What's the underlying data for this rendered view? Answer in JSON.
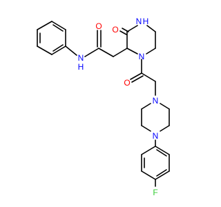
{
  "molecule": {
    "atoms": {
      "o_amide": {
        "symbol": "O",
        "color": "#ff0000"
      },
      "n_amide": {
        "symbol": "N",
        "color": "#0000ff"
      },
      "h_amide": {
        "symbol": "H",
        "color": "#0000ff"
      },
      "n_ring_top": {
        "symbol": "N",
        "color": "#0000ff"
      },
      "h_ring_top": {
        "symbol": "H",
        "color": "#0000ff"
      },
      "o_lactam": {
        "symbol": "O",
        "color": "#ff0000"
      },
      "n_ring_mid": {
        "symbol": "N",
        "color": "#0000ff"
      },
      "o_acyl": {
        "symbol": "O",
        "color": "#ff0000"
      },
      "n_pip_top": {
        "symbol": "N",
        "color": "#0000ff"
      },
      "n_pip_bottom": {
        "symbol": "N",
        "color": "#0000ff"
      },
      "f": {
        "symbol": "F",
        "color": "#33cc33"
      }
    }
  }
}
